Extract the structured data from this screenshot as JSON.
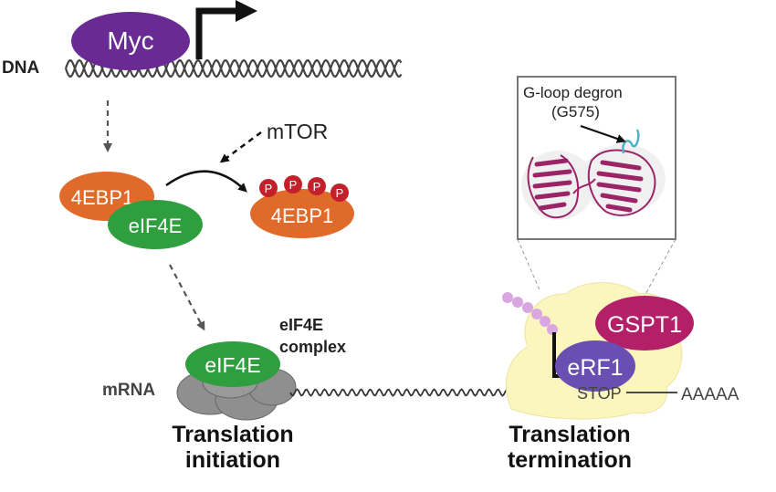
{
  "labels": {
    "dna": "DNA",
    "myc": "Myc",
    "mtor": "mTOR",
    "bp1_left": "4EBP1",
    "eif4e_left": "eIF4E",
    "bp1_right": "4EBP1",
    "phospho": "P",
    "complex_line1": "eIF4E",
    "complex_line2": "complex",
    "eif4e_bottom": "eIF4E",
    "mrna": "mRNA",
    "init_line1": "Translation",
    "init_line2": "initiation",
    "gloop_line1": "G-loop degron",
    "gloop_line2": "(G575)",
    "gspt1": "GSPT1",
    "erf1": "eRF1",
    "stop": "STOP",
    "polya": "AAAAA",
    "term_line1": "Translation",
    "term_line2": "termination"
  },
  "colors": {
    "myc": "#6a2a93",
    "bp1": "#e06a2a",
    "eif4e": "#2e9e3f",
    "phospho": "#c3202c",
    "gspt1": "#b41f6a",
    "erf1": "#6a4fb3",
    "ribosome_grey": "#8f8f8f",
    "termination_cloud": "#fbf6bd",
    "peptide": "#d9a6e2",
    "protein": "#9b2468"
  }
}
